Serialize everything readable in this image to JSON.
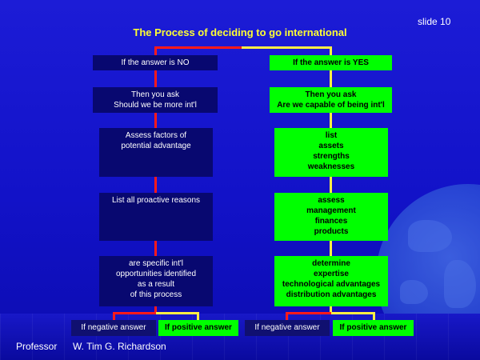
{
  "slide": {
    "number": "slide 10",
    "title": "The Process of deciding to go international"
  },
  "left_column": {
    "header": "If the answer is NO",
    "steps": [
      {
        "lines": [
          "Then you ask",
          "Should we be more int'l"
        ]
      },
      {
        "lines": [
          "Assess factors of",
          "potential advantage"
        ]
      },
      {
        "lines": [
          "List all proactive reasons"
        ]
      },
      {
        "lines": [
          "are specific int'l",
          "opportunities identified",
          "as a result",
          "of this process"
        ]
      }
    ],
    "outcomes": {
      "negative": "If negative answer",
      "positive": "If positive answer"
    }
  },
  "right_column": {
    "header": "If the answer is YES",
    "steps": [
      {
        "lines": [
          "Then you ask",
          "Are we capable of being int'l"
        ]
      },
      {
        "lines": [
          "list",
          "assets",
          "strengths",
          "weaknesses"
        ]
      },
      {
        "lines": [
          "assess",
          "management",
          "finances",
          "products"
        ]
      },
      {
        "lines": [
          "determine",
          "expertise",
          "technological advantages",
          "distribution advantages"
        ]
      }
    ],
    "outcomes": {
      "negative": "If negative answer",
      "positive": "If positive answer"
    }
  },
  "footer": {
    "label": "Professor",
    "name": "W. Tim G.  Richardson"
  },
  "colors": {
    "background": "#1414cc",
    "title": "#ffff33",
    "dark_box": "#080870",
    "green_box": "#00ff00",
    "no_line": "#ff1a1a",
    "yes_line": "#ffee44"
  }
}
